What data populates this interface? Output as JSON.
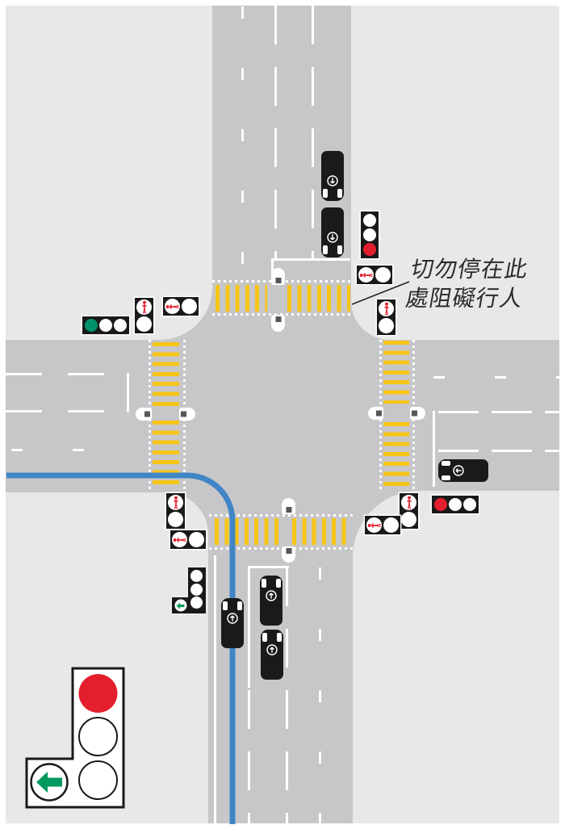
{
  "diagram": {
    "kind": "road-junction-left-turn-signal-diagram",
    "annotation": {
      "line1": "切勿停在此",
      "line2": "處阻礙行人"
    }
  },
  "colors": {
    "red": "#e41f2d",
    "green": "#00926c",
    "agreen": "#009a5e",
    "yellow": "#f7c516",
    "blue": "#4086c6",
    "road": "#c7c7c9",
    "walk": "#e8e8e9",
    "ink": "#1a1a1a",
    "txt": "#2b2b2b"
  },
  "legend": {
    "type": "traffic-light-with-left-turn-arrow",
    "lamps": [
      "red-on",
      "off",
      "off"
    ],
    "arrow": "green-left-arrow-on"
  },
  "signals": [
    {
      "id": "vehicle-signal-top-right",
      "kind": "vehicle",
      "orientation": "vertical",
      "lamps": [
        "off",
        "off",
        "red-on"
      ]
    },
    {
      "id": "pedestrian-signal-top-right-horizontal",
      "kind": "pedestrian",
      "orientation": "horizontal",
      "lamps": [
        "red-man",
        "off"
      ]
    },
    {
      "id": "pedestrian-signal-top-right-vertical",
      "kind": "pedestrian",
      "orientation": "vertical",
      "lamps": [
        "red-man",
        "off"
      ]
    },
    {
      "id": "vehicle-signal-top-left",
      "kind": "vehicle",
      "orientation": "horizontal",
      "lamps": [
        "green-on",
        "off",
        "off"
      ]
    },
    {
      "id": "pedestrian-signal-top-left-vertical",
      "kind": "pedestrian",
      "orientation": "vertical",
      "lamps": [
        "red-man",
        "off"
      ]
    },
    {
      "id": "pedestrian-signal-top-left-horizontal",
      "kind": "pedestrian",
      "orientation": "horizontal",
      "lamps": [
        "red-man",
        "off"
      ]
    },
    {
      "id": "pedestrian-signal-bottom-left-vertical",
      "kind": "pedestrian",
      "orientation": "vertical",
      "lamps": [
        "red-man",
        "off"
      ]
    },
    {
      "id": "pedestrian-signal-bottom-left-horizontal",
      "kind": "pedestrian",
      "orientation": "horizontal",
      "lamps": [
        "red-man",
        "off"
      ]
    },
    {
      "id": "vehicle-signal-left-turn-arrow",
      "kind": "vehicle",
      "orientation": "vertical-with-left-arrow",
      "lamps": [
        "red-on",
        "off",
        "off"
      ],
      "arrow": "green-left-arrow-on"
    },
    {
      "id": "vehicle-signal-bottom-right",
      "kind": "vehicle",
      "orientation": "horizontal",
      "lamps": [
        "red-on",
        "off",
        "off"
      ]
    },
    {
      "id": "pedestrian-signal-bottom-right-vertical",
      "kind": "pedestrian",
      "orientation": "vertical",
      "lamps": [
        "red-man",
        "off"
      ]
    },
    {
      "id": "pedestrian-signal-bottom-right-horizontal",
      "kind": "pedestrian",
      "orientation": "horizontal",
      "lamps": [
        "red-man",
        "off"
      ]
    }
  ],
  "cars": [
    {
      "id": "car-top-road-1",
      "heading": "south"
    },
    {
      "id": "car-top-road-2",
      "heading": "south"
    },
    {
      "id": "car-right-road",
      "heading": "west"
    },
    {
      "id": "car-on-route-line",
      "heading": "north",
      "on_route_line": true
    },
    {
      "id": "car-bottom-road-1",
      "heading": "north"
    },
    {
      "id": "car-bottom-road-2",
      "heading": "north"
    }
  ],
  "route": {
    "description": "blue guide line curving from the bottom road approach, left through the junction corner, into the left road"
  },
  "crosswalks": {
    "count": 4,
    "style": "yellow-striped with white dotted borders and central refuge islands"
  }
}
